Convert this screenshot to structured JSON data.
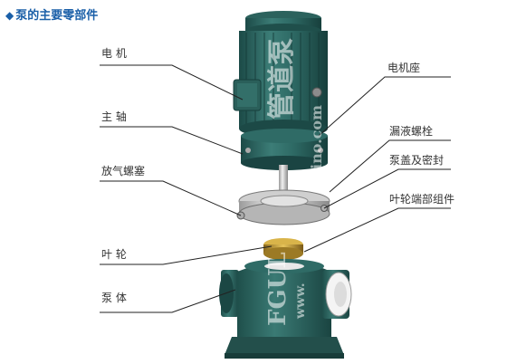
{
  "title": "泵的主要零部件",
  "labels_left": {
    "motor": "电  机",
    "shaft": "主  轴",
    "vent_plug": "放气螺塞",
    "impeller": "叶  轮",
    "pump_body": "泵  体"
  },
  "labels_right": {
    "motor_seat": "电机座",
    "drain_bolt": "漏液螺栓",
    "cover_seal": "泵盖及密封",
    "impeller_end": "叶轮端部组件"
  },
  "watermark": {
    "cn": "管道泵",
    "line1": "FGUL",
    "line2": "www.",
    "line3": "sino.com"
  },
  "colors": {
    "title": "#1a5fa8",
    "pump_body": "#2f6b67",
    "pump_dark": "#1f4f4b",
    "liner": "#f2f2f2",
    "leader": "#222222"
  }
}
